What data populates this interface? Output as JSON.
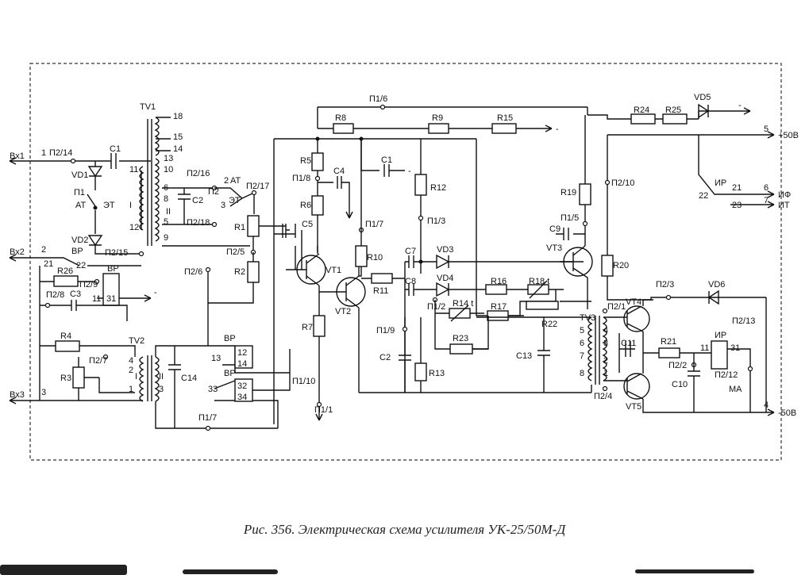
{
  "caption": "Рис. 356. Электрическая схема усилителя УК-25/50М-Д",
  "terminals": {
    "in1": "Вх1",
    "in2": "Вх2",
    "in3": "Вх3",
    "out_plus": "+50В",
    "out_minus": "-50В",
    "out_if": "ИФ",
    "out_it": "ИТ"
  },
  "labels": [
    {
      "id": "n1",
      "text": "1"
    },
    {
      "id": "n2",
      "text": "2"
    },
    {
      "id": "n3",
      "text": "3"
    },
    {
      "id": "p2_14",
      "text": "П2/14"
    },
    {
      "id": "c1a",
      "text": "C1"
    },
    {
      "id": "vd1",
      "text": "VD1"
    },
    {
      "id": "p1a",
      "text": "П1"
    },
    {
      "id": "at1",
      "text": "АТ"
    },
    {
      "id": "et1",
      "text": "ЭТ"
    },
    {
      "id": "vd2",
      "text": "VD2"
    },
    {
      "id": "p2_15",
      "text": "П2/15"
    },
    {
      "id": "tv1",
      "text": "TV1"
    },
    {
      "id": "t18",
      "text": "18"
    },
    {
      "id": "t15",
      "text": "15"
    },
    {
      "id": "t14",
      "text": "14"
    },
    {
      "id": "t13",
      "text": "13"
    },
    {
      "id": "t10",
      "text": "10"
    },
    {
      "id": "t11",
      "text": "11"
    },
    {
      "id": "t6",
      "text": "6"
    },
    {
      "id": "t8",
      "text": "8"
    },
    {
      "id": "t12",
      "text": "12"
    },
    {
      "id": "t5",
      "text": "5"
    },
    {
      "id": "t9",
      "text": "9"
    },
    {
      "id": "romI",
      "text": "I"
    },
    {
      "id": "romII",
      "text": "II"
    },
    {
      "id": "p2_16",
      "text": "П2/16"
    },
    {
      "id": "c2a",
      "text": "C2"
    },
    {
      "id": "p2_18",
      "text": "П2/18"
    },
    {
      "id": "s2",
      "text": "2"
    },
    {
      "id": "at2",
      "text": "АТ"
    },
    {
      "id": "p2b",
      "text": "П2"
    },
    {
      "id": "s3",
      "text": "3"
    },
    {
      "id": "et2",
      "text": "ЭТ"
    },
    {
      "id": "p2_17",
      "text": "П2/17"
    },
    {
      "id": "r1",
      "text": "R1"
    },
    {
      "id": "p2_5",
      "text": "П2/5"
    },
    {
      "id": "r2",
      "text": "R2"
    },
    {
      "id": "p2_6",
      "text": "П2/6"
    },
    {
      "id": "vp1",
      "text": "ВР"
    },
    {
      "id": "s21",
      "text": "21"
    },
    {
      "id": "s22",
      "text": "22"
    },
    {
      "id": "r26",
      "text": "R26"
    },
    {
      "id": "p2_9",
      "text": "П2/9"
    },
    {
      "id": "vp2",
      "text": "ВР"
    },
    {
      "id": "s11",
      "text": "11"
    },
    {
      "id": "s31",
      "text": "31"
    },
    {
      "id": "minus1",
      "text": "-"
    },
    {
      "id": "p2_8",
      "text": "П2/8"
    },
    {
      "id": "c3",
      "text": "C3"
    },
    {
      "id": "r4",
      "text": "R4"
    },
    {
      "id": "p2_7",
      "text": "П2/7"
    },
    {
      "id": "r3",
      "text": "R3"
    },
    {
      "id": "tv2",
      "text": "TV2"
    },
    {
      "id": "tv2_4",
      "text": "4"
    },
    {
      "id": "tv2_2",
      "text": "2"
    },
    {
      "id": "tv2_1",
      "text": "1"
    },
    {
      "id": "tv2_3",
      "text": "3"
    },
    {
      "id": "tv2_I",
      "text": "I"
    },
    {
      "id": "tv2_II",
      "text": "II"
    },
    {
      "id": "c14",
      "text": "C14"
    },
    {
      "id": "vp3",
      "text": "ВР"
    },
    {
      "id": "k13",
      "text": "13"
    },
    {
      "id": "k12",
      "text": "12"
    },
    {
      "id": "k14",
      "text": "14"
    },
    {
      "id": "vp4",
      "text": "ВР"
    },
    {
      "id": "k33",
      "text": "33"
    },
    {
      "id": "k32",
      "text": "32"
    },
    {
      "id": "k34",
      "text": "34"
    },
    {
      "id": "p1_7a",
      "text": "П1/7"
    },
    {
      "id": "p1_10",
      "text": "П1/10"
    },
    {
      "id": "p1_6",
      "text": "П1/6"
    },
    {
      "id": "r8",
      "text": "R8"
    },
    {
      "id": "r9",
      "text": "R9"
    },
    {
      "id": "r15",
      "text": "R15"
    },
    {
      "id": "minus2",
      "text": "-"
    },
    {
      "id": "r5",
      "text": "R5"
    },
    {
      "id": "p1_8",
      "text": "П1/8"
    },
    {
      "id": "c4",
      "text": "C4"
    },
    {
      "id": "c1b",
      "text": "C1"
    },
    {
      "id": "minus3",
      "text": "-"
    },
    {
      "id": "r12",
      "text": "R12"
    },
    {
      "id": "r6",
      "text": "R6"
    },
    {
      "id": "p1_7b",
      "text": "П1/7"
    },
    {
      "id": "p1_3",
      "text": "П1/3"
    },
    {
      "id": "c5",
      "text": "C5"
    },
    {
      "id": "r10",
      "text": "R10"
    },
    {
      "id": "c7",
      "text": "C7"
    },
    {
      "id": "vd3",
      "text": "VD3"
    },
    {
      "id": "vt1",
      "text": "VT1"
    },
    {
      "id": "c8",
      "text": "C8"
    },
    {
      "id": "vd4",
      "text": "VD4"
    },
    {
      "id": "r11",
      "text": "R11"
    },
    {
      "id": "vt2",
      "text": "VT2"
    },
    {
      "id": "p1_2",
      "text": "П1/2"
    },
    {
      "id": "r14",
      "text": "R14 t"
    },
    {
      "id": "r16",
      "text": "R16"
    },
    {
      "id": "r18",
      "text": "R18 t"
    },
    {
      "id": "r17",
      "text": "R17"
    },
    {
      "id": "r22",
      "text": "R22"
    },
    {
      "id": "r7",
      "text": "R7"
    },
    {
      "id": "p1_9",
      "text": "П1/9"
    },
    {
      "id": "r23",
      "text": "R23"
    },
    {
      "id": "c2b",
      "text": "C2"
    },
    {
      "id": "c13",
      "text": "C13"
    },
    {
      "id": "r13",
      "text": "R13"
    },
    {
      "id": "p1_1",
      "text": "П1/1"
    },
    {
      "id": "r19",
      "text": "R19"
    },
    {
      "id": "p1_5",
      "text": "П1/5"
    },
    {
      "id": "c9",
      "text": "C9"
    },
    {
      "id": "vt3",
      "text": "VT3"
    },
    {
      "id": "tv3",
      "text": "TV3"
    },
    {
      "id": "w5",
      "text": "5"
    },
    {
      "id": "w6",
      "text": "6"
    },
    {
      "id": "w7",
      "text": "7"
    },
    {
      "id": "w8",
      "text": "8"
    },
    {
      "id": "w4",
      "text": "4"
    },
    {
      "id": "w3",
      "text": "3"
    },
    {
      "id": "w2",
      "text": "2"
    },
    {
      "id": "w1",
      "text": "1"
    },
    {
      "id": "p2_1",
      "text": "П2/1"
    },
    {
      "id": "vt4",
      "text": "VT4"
    },
    {
      "id": "c11",
      "text": "C11"
    },
    {
      "id": "p2_4",
      "text": "П2/4"
    },
    {
      "id": "vt5",
      "text": "VT5"
    },
    {
      "id": "r24",
      "text": "R24"
    },
    {
      "id": "r25",
      "text": "R25"
    },
    {
      "id": "vd5",
      "text": "VD5"
    },
    {
      "id": "minus4",
      "text": "-"
    },
    {
      "id": "p2_10",
      "text": "П2/10"
    },
    {
      "id": "r20",
      "text": "R20"
    },
    {
      "id": "p2_3",
      "text": "П2/3"
    },
    {
      "id": "vd6",
      "text": "VD6"
    },
    {
      "id": "p2_13",
      "text": "П2/13"
    },
    {
      "id": "r21",
      "text": "R21"
    },
    {
      "id": "ip1",
      "text": "ИР"
    },
    {
      "id": "e11",
      "text": "11"
    },
    {
      "id": "e31",
      "text": "31"
    },
    {
      "id": "p2_2",
      "text": "П2/2"
    },
    {
      "id": "p2_12",
      "text": "П2/12"
    },
    {
      "id": "c10",
      "text": "C10"
    },
    {
      "id": "ma",
      "text": "МА"
    },
    {
      "id": "ip2",
      "text": "ИР"
    },
    {
      "id": "e21",
      "text": "21"
    },
    {
      "id": "e22",
      "text": "22"
    },
    {
      "id": "e23",
      "text": "23"
    },
    {
      "id": "o5",
      "text": "5"
    },
    {
      "id": "o6",
      "text": "6"
    },
    {
      "id": "o7",
      "text": "7"
    },
    {
      "id": "o4",
      "text": "4"
    }
  ]
}
